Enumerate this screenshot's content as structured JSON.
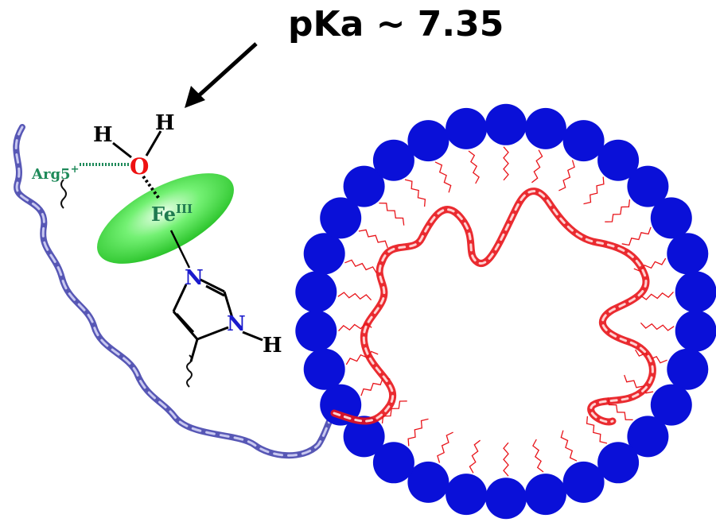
{
  "pka": {
    "text": "pKa ~ 7.35"
  },
  "water": {
    "h_left": "H",
    "h_right": "H",
    "oxygen": "O"
  },
  "arg": {
    "label": "Arg5",
    "charge": "+"
  },
  "iron": {
    "symbol": "Fe",
    "oxidation": "III"
  },
  "imidazole": {
    "n_top": "N",
    "n_right": "N",
    "h": "H"
  },
  "colors": {
    "headgroup": "#0a10d8",
    "tail": "#e8141a",
    "helix": "#e8141a",
    "backbone": "#3a3aa8",
    "heme": "#2fdc2f",
    "arg_text": "#1f8a5a",
    "fe_text": "#1f7a50",
    "oxygen": "#ee1111",
    "nitrogen": "#1a1acc",
    "hbond": "#1f8a5a"
  },
  "micelle": {
    "headgroup_count": 30
  }
}
